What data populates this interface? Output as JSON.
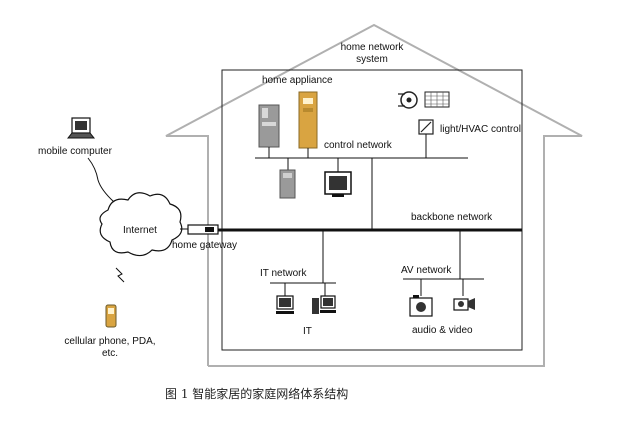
{
  "diagram": {
    "labels": {
      "system_line1": "home network",
      "system_line2": "system",
      "home_appliance": "home appliance",
      "control_network": "control network",
      "light_hvac": "light/HVAC control",
      "backbone_network": "backbone network",
      "home_gateway": "home gateway",
      "internet": "Internet",
      "mobile_computer": "mobile computer",
      "cellular_line1": "cellular phone, PDA,",
      "cellular_line2": "etc.",
      "it_network": "IT network",
      "it": "IT",
      "av_network": "AV network",
      "audio_video": "audio & video"
    },
    "caption": "图 1   智能家居的家庭网络体系结构",
    "colors": {
      "house_outline": "#b0b0b0",
      "lines": "#111111",
      "appliance_gold": "#d9a441",
      "appliance_gray": "#9a9a9a"
    }
  }
}
